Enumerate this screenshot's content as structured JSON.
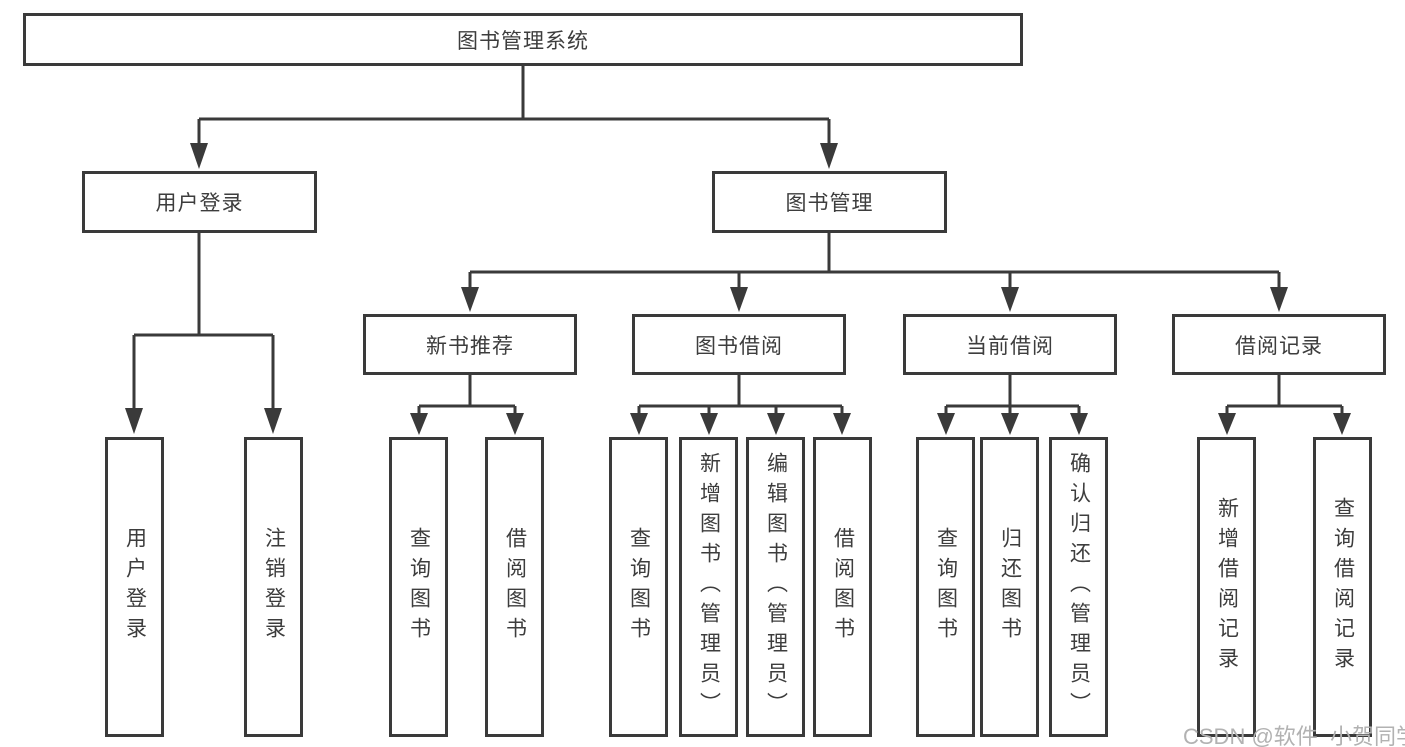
{
  "diagram": {
    "tree": {
      "label": "图书管理系统",
      "children": [
        {
          "label": "用户登录",
          "children": [
            {
              "label": "用户登录"
            },
            {
              "label": "注销登录"
            }
          ]
        },
        {
          "label": "图书管理",
          "children": [
            {
              "label": "新书推荐",
              "children": [
                {
                  "label": "查询图书"
                },
                {
                  "label": "借阅图书"
                }
              ]
            },
            {
              "label": "图书借阅",
              "children": [
                {
                  "label": "查询图书"
                },
                {
                  "label": "新增图书（管理员）"
                },
                {
                  "label": "编辑图书（管理员）"
                },
                {
                  "label": "借阅图书"
                }
              ]
            },
            {
              "label": "当前借阅",
              "children": [
                {
                  "label": "查询图书"
                },
                {
                  "label": "归还图书"
                },
                {
                  "label": "确认归还（管理员）"
                }
              ]
            },
            {
              "label": "借阅记录",
              "children": [
                {
                  "label": "新增借阅记录"
                },
                {
                  "label": "查询借阅记录"
                }
              ]
            }
          ]
        }
      ]
    }
  },
  "watermark": "CSDN @软件_小贺同学",
  "colors": {
    "line": "#3a3a3a",
    "text": "#3d3d3d",
    "watermark": "#b2b2b2",
    "background": "#ffffff"
  }
}
